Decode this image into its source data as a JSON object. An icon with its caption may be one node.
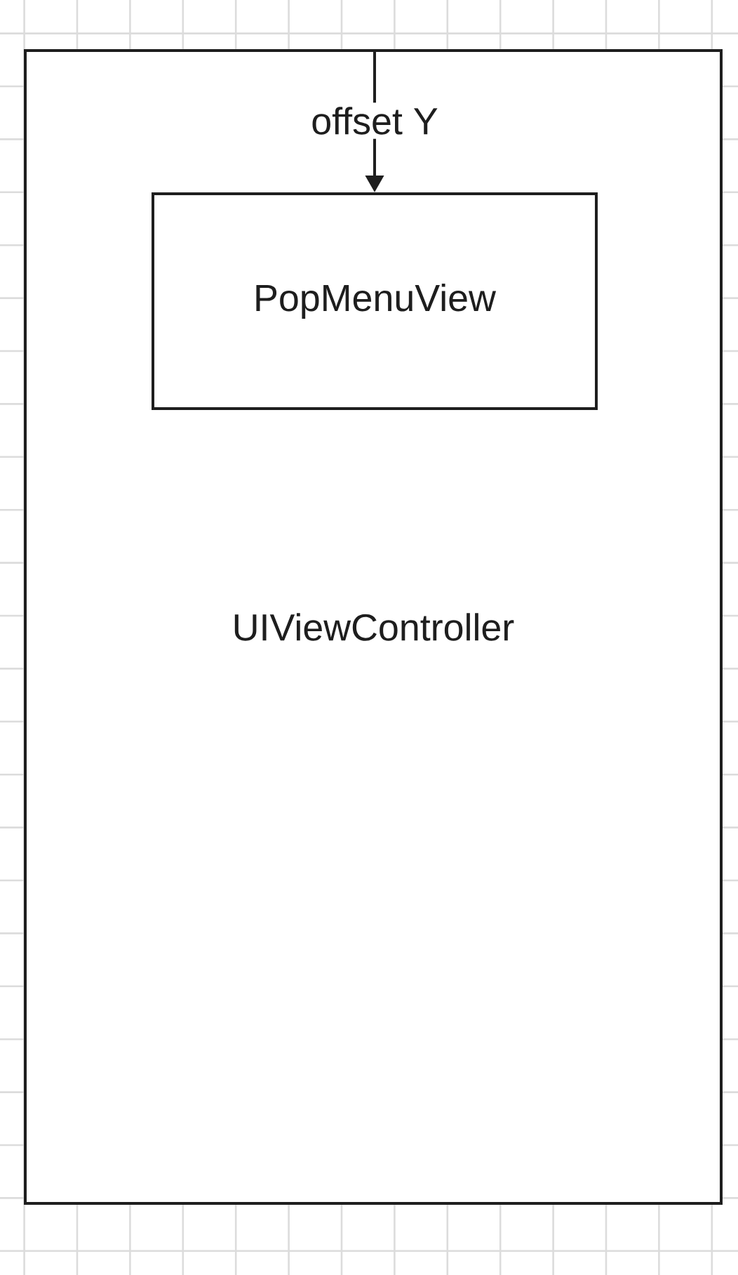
{
  "diagram": {
    "nodes": [
      {
        "text": [
          "UIViewController"
        ]
      },
      {
        "text": [
          "PopMenuView"
        ],
        "in": 0
      }
    ],
    "edges": [
      {
        "from": 0,
        "to": 1,
        "arrow": "to",
        "label": "offset Y"
      }
    ]
  }
}
